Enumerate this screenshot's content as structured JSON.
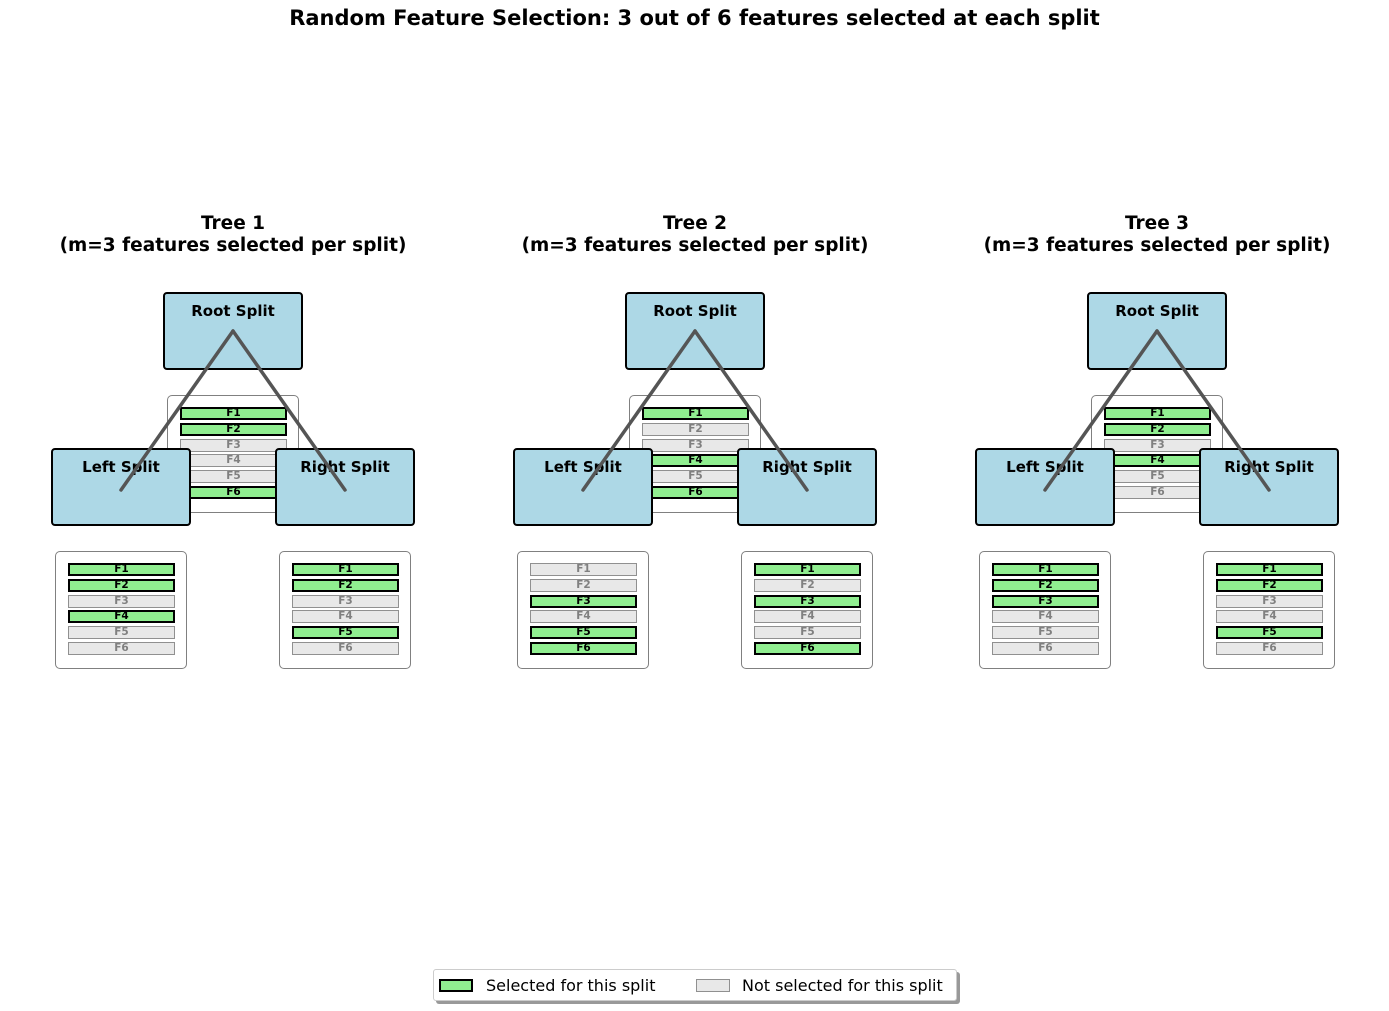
{
  "title": "Random Feature Selection: 3 out of 6 features selected at each split",
  "colors": {
    "node": "#add8e6",
    "selected": "#90ee90",
    "unselected": "#e8e8e8",
    "edge": "#555555"
  },
  "trees": [
    {
      "title": "Tree 1",
      "subtitle": "(m=3 features selected per split)",
      "nodes": [
        {
          "label": "Root Split",
          "features": [
            {
              "name": "F1",
              "selected": true
            },
            {
              "name": "F2",
              "selected": true
            },
            {
              "name": "F3",
              "selected": false
            },
            {
              "name": "F4",
              "selected": false
            },
            {
              "name": "F5",
              "selected": false
            },
            {
              "name": "F6",
              "selected": true
            }
          ]
        },
        {
          "label": "Left Split",
          "features": [
            {
              "name": "F1",
              "selected": true
            },
            {
              "name": "F2",
              "selected": true
            },
            {
              "name": "F3",
              "selected": false
            },
            {
              "name": "F4",
              "selected": true
            },
            {
              "name": "F5",
              "selected": false
            },
            {
              "name": "F6",
              "selected": false
            }
          ]
        },
        {
          "label": "Right Split",
          "features": [
            {
              "name": "F1",
              "selected": true
            },
            {
              "name": "F2",
              "selected": true
            },
            {
              "name": "F3",
              "selected": false
            },
            {
              "name": "F4",
              "selected": false
            },
            {
              "name": "F5",
              "selected": true
            },
            {
              "name": "F6",
              "selected": false
            }
          ]
        }
      ]
    },
    {
      "title": "Tree 2",
      "subtitle": "(m=3 features selected per split)",
      "nodes": [
        {
          "label": "Root Split",
          "features": [
            {
              "name": "F1",
              "selected": true
            },
            {
              "name": "F2",
              "selected": false
            },
            {
              "name": "F3",
              "selected": false
            },
            {
              "name": "F4",
              "selected": true
            },
            {
              "name": "F5",
              "selected": false
            },
            {
              "name": "F6",
              "selected": true
            }
          ]
        },
        {
          "label": "Left Split",
          "features": [
            {
              "name": "F1",
              "selected": false
            },
            {
              "name": "F2",
              "selected": false
            },
            {
              "name": "F3",
              "selected": true
            },
            {
              "name": "F4",
              "selected": false
            },
            {
              "name": "F5",
              "selected": true
            },
            {
              "name": "F6",
              "selected": true
            }
          ]
        },
        {
          "label": "Right Split",
          "features": [
            {
              "name": "F1",
              "selected": true
            },
            {
              "name": "F2",
              "selected": false
            },
            {
              "name": "F3",
              "selected": true
            },
            {
              "name": "F4",
              "selected": false
            },
            {
              "name": "F5",
              "selected": false
            },
            {
              "name": "F6",
              "selected": true
            }
          ]
        }
      ]
    },
    {
      "title": "Tree 3",
      "subtitle": "(m=3 features selected per split)",
      "nodes": [
        {
          "label": "Root Split",
          "features": [
            {
              "name": "F1",
              "selected": true
            },
            {
              "name": "F2",
              "selected": true
            },
            {
              "name": "F3",
              "selected": false
            },
            {
              "name": "F4",
              "selected": true
            },
            {
              "name": "F5",
              "selected": false
            },
            {
              "name": "F6",
              "selected": false
            }
          ]
        },
        {
          "label": "Left Split",
          "features": [
            {
              "name": "F1",
              "selected": true
            },
            {
              "name": "F2",
              "selected": true
            },
            {
              "name": "F3",
              "selected": true
            },
            {
              "name": "F4",
              "selected": false
            },
            {
              "name": "F5",
              "selected": false
            },
            {
              "name": "F6",
              "selected": false
            }
          ]
        },
        {
          "label": "Right Split",
          "features": [
            {
              "name": "F1",
              "selected": true
            },
            {
              "name": "F2",
              "selected": true
            },
            {
              "name": "F3",
              "selected": false
            },
            {
              "name": "F4",
              "selected": false
            },
            {
              "name": "F5",
              "selected": true
            },
            {
              "name": "F6",
              "selected": false
            }
          ]
        }
      ]
    }
  ],
  "legend": {
    "selected_label": "Selected for this split",
    "unselected_label": "Not selected for this split"
  }
}
